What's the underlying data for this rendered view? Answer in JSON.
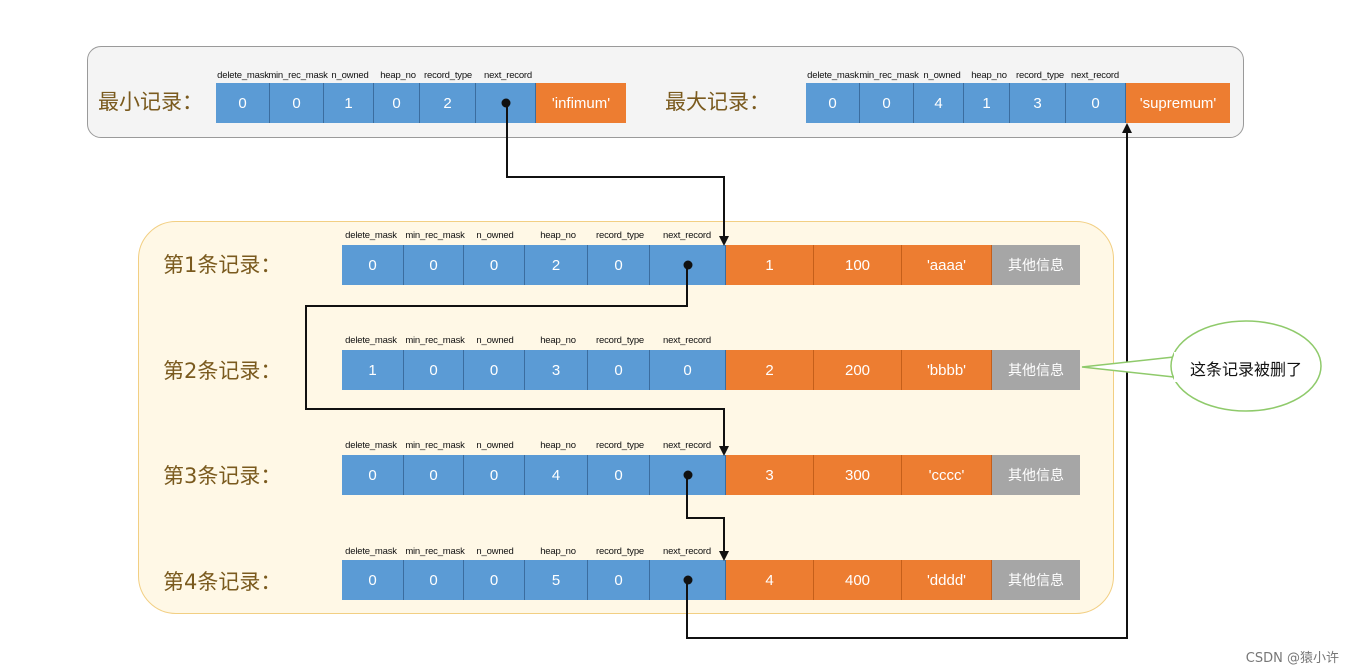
{
  "top": {
    "min": {
      "label": "最小记录：",
      "headers": [
        "delete_mask",
        "min_rec_mask",
        "n_owned",
        "heap_no",
        "record_type",
        "next_record"
      ],
      "values": [
        "0",
        "0",
        "1",
        "0",
        "2",
        ""
      ],
      "extra": "'infimum'"
    },
    "max": {
      "label": "最大记录：",
      "headers": [
        "delete_mask",
        "min_rec_mask",
        "n_owned",
        "heap_no",
        "record_type",
        "next_record"
      ],
      "values": [
        "0",
        "0",
        "4",
        "1",
        "3",
        "0"
      ],
      "extra": "'supremum'"
    }
  },
  "records": [
    {
      "label": "第1条记录：",
      "headers": [
        "delete_mask",
        "min_rec_mask",
        "n_owned",
        "heap_no",
        "record_type",
        "next_record"
      ],
      "values": [
        "0",
        "0",
        "0",
        "2",
        "0",
        ""
      ],
      "data": [
        "1",
        "100",
        "'aaaa'"
      ],
      "other": "其他信息"
    },
    {
      "label": "第2条记录：",
      "headers": [
        "delete_mask",
        "min_rec_mask",
        "n_owned",
        "heap_no",
        "record_type",
        "next_record"
      ],
      "values": [
        "1",
        "0",
        "0",
        "3",
        "0",
        "0"
      ],
      "data": [
        "2",
        "200",
        "'bbbb'"
      ],
      "other": "其他信息"
    },
    {
      "label": "第3条记录：",
      "headers": [
        "delete_mask",
        "min_rec_mask",
        "n_owned",
        "heap_no",
        "record_type",
        "next_record"
      ],
      "values": [
        "0",
        "0",
        "0",
        "4",
        "0",
        ""
      ],
      "data": [
        "3",
        "300",
        "'cccc'"
      ],
      "other": "其他信息"
    },
    {
      "label": "第4条记录：",
      "headers": [
        "delete_mask",
        "min_rec_mask",
        "n_owned",
        "heap_no",
        "record_type",
        "next_record"
      ],
      "values": [
        "0",
        "0",
        "0",
        "5",
        "0",
        ""
      ],
      "data": [
        "4",
        "400",
        "'dddd'"
      ],
      "other": "其他信息"
    }
  ],
  "callout": {
    "text": "这条记录被删了"
  },
  "watermark": "CSDN @猿小许",
  "colors": {
    "field_blue": "#5b9bd5",
    "data_orange": "#ed7d31",
    "other_gray": "#a6a6a6",
    "panel_fill": "#fff8e6",
    "panel_border": "#f2cf83",
    "callout_border": "#8fca6b"
  }
}
